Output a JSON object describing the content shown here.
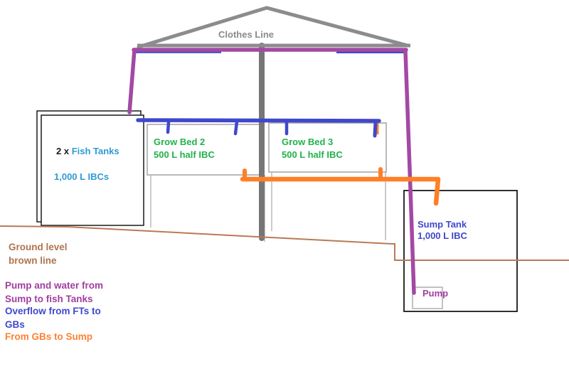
{
  "roof": {
    "label": "Clothes Line"
  },
  "tanks": {
    "fish": {
      "prefix": "2 x ",
      "name": "Fish Tanks",
      "capacity": "1,000 L IBCs"
    },
    "grow_bed_2": {
      "name": "Grow Bed 2",
      "capacity": "500 L half IBC"
    },
    "grow_bed_3": {
      "name": "Grow Bed 3",
      "capacity": "500 L half IBC"
    },
    "sump": {
      "name": "Sump Tank",
      "capacity": "1,000 L IBC"
    },
    "pump": {
      "label": "Pump"
    }
  },
  "legend": {
    "ground": {
      "line1": "Ground level",
      "line2": "brown line"
    },
    "pump": {
      "line1": "Pump and water from",
      "line2": "Sump to fish Tanks"
    },
    "overflow": {
      "line1": "Overflow from FTs to",
      "line2": "GBs"
    },
    "gb_to_sump": {
      "line1": "From GBs to Sump"
    }
  },
  "colors": {
    "purple": "#A349A4",
    "blue": "#3F48CC",
    "orange": "#FF7F27",
    "brown": "#B97A57",
    "roof_gray": "#8C8C8C",
    "post_gray": "#767676",
    "box_black": "#1a1a1a",
    "box_gray": "#A8A8A8",
    "light_blue_text": "#2E9BD5",
    "green_text": "#22B14C"
  }
}
